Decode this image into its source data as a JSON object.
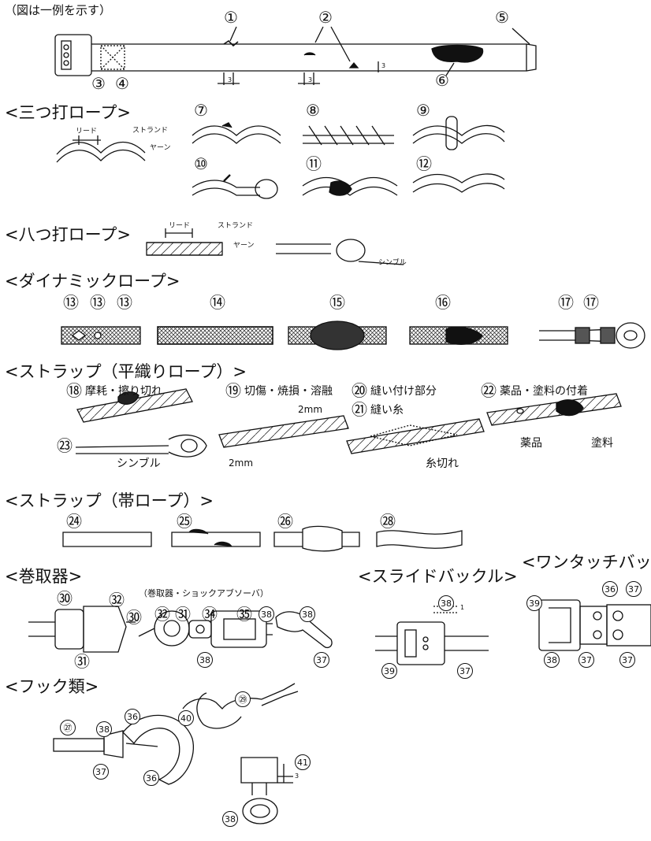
{
  "note": "（図は一例を示す）",
  "sections": {
    "three_strand": "<三つ打ロープ>",
    "eight_strand": "<八つ打ロープ>",
    "dynamic": "<ダイナミックロープ>",
    "strap_flat": "<ストラップ（平織りロープ）>",
    "strap_band": "<ストラップ（帯ロープ）>",
    "winder": "<巻取器>",
    "slide_buckle": "<スライドバックル>",
    "one_touch": "<ワンタッチバック",
    "hooks": "<フック類>"
  },
  "labels": {
    "lead": "リード",
    "strand": "ストランド",
    "yarn": "ヤーン",
    "thimble": "シンブル",
    "chemical": "薬品",
    "paint": "塗料",
    "thread_cut": "糸切れ",
    "mm2": "2mm",
    "winder_note": "（巻取器・ショックアブソーバ）",
    "dim3": "3",
    "dim1": "1"
  },
  "captions": {
    "c18": "摩耗・擦り切れ",
    "c19": "切傷・焼損・溶融",
    "c20": "縫い付け部分",
    "c21": "縫い糸",
    "c22": "薬品・塗料の付着"
  },
  "markers": {
    "n1": "①",
    "n2": "②",
    "n3": "③",
    "n4": "④",
    "n5": "⑤",
    "n6": "⑥",
    "n7": "⑦",
    "n8": "⑧",
    "n9": "⑨",
    "n10": "⑩",
    "n11": "⑪",
    "n12": "⑫",
    "n13": "⑬",
    "n14": "⑭",
    "n15": "⑮",
    "n16": "⑯",
    "n17": "⑰",
    "n18": "⑱",
    "n19": "⑲",
    "n20": "⑳",
    "n21": "㉑",
    "n22": "㉒",
    "n23": "㉓",
    "n24": "㉔",
    "n25": "㉕",
    "n26": "㉖",
    "n27": "㉗",
    "n28": "㉘",
    "n29": "㉙",
    "n30": "㉚",
    "n31": "㉛",
    "n32": "㉜",
    "n34": "㉞",
    "n35": "㉟",
    "n36": "36",
    "n37": "37",
    "n38": "38",
    "n39": "39",
    "n40": "40",
    "n41": "41"
  }
}
